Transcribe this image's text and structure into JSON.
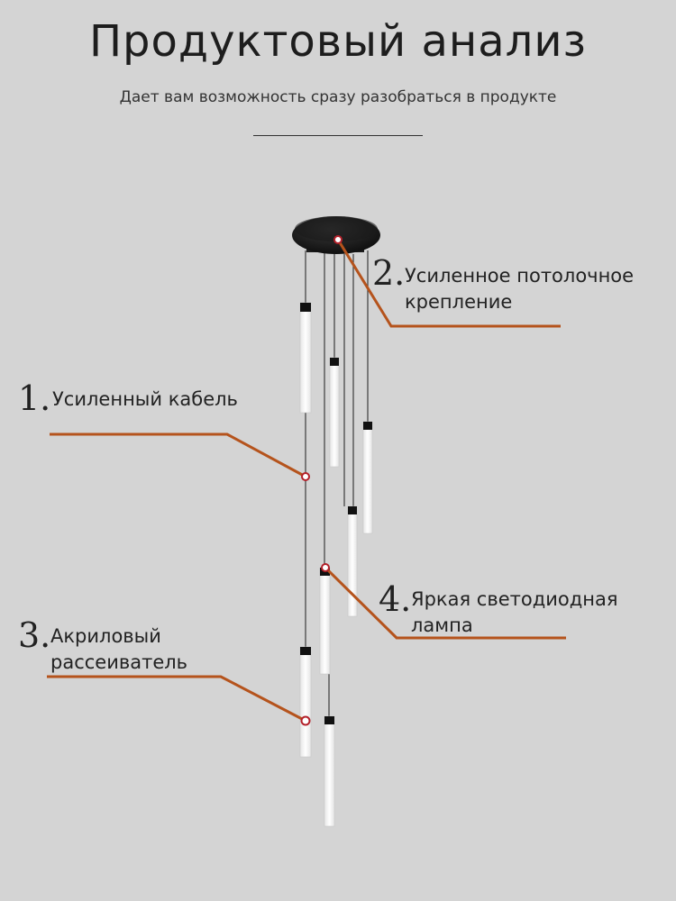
{
  "header": {
    "title": "Продуктовый анализ",
    "subtitle": "Дает вам возможность сразу разобраться в продукте"
  },
  "callouts": [
    {
      "number": "1.",
      "label": "Усиленный кабель"
    },
    {
      "number": "2.",
      "label": "Усиленное потолочное крепление"
    },
    {
      "number": "3.",
      "label": "Акриловый рассеиватель"
    },
    {
      "number": "4.",
      "label": "Яркая светодиодная лампа"
    }
  ],
  "colors": {
    "background": "#d4d4d4",
    "leader_line": "#b5531c",
    "marker_ring": "#b3202a",
    "canopy": "#151515",
    "tube": "#fbfbfb"
  }
}
